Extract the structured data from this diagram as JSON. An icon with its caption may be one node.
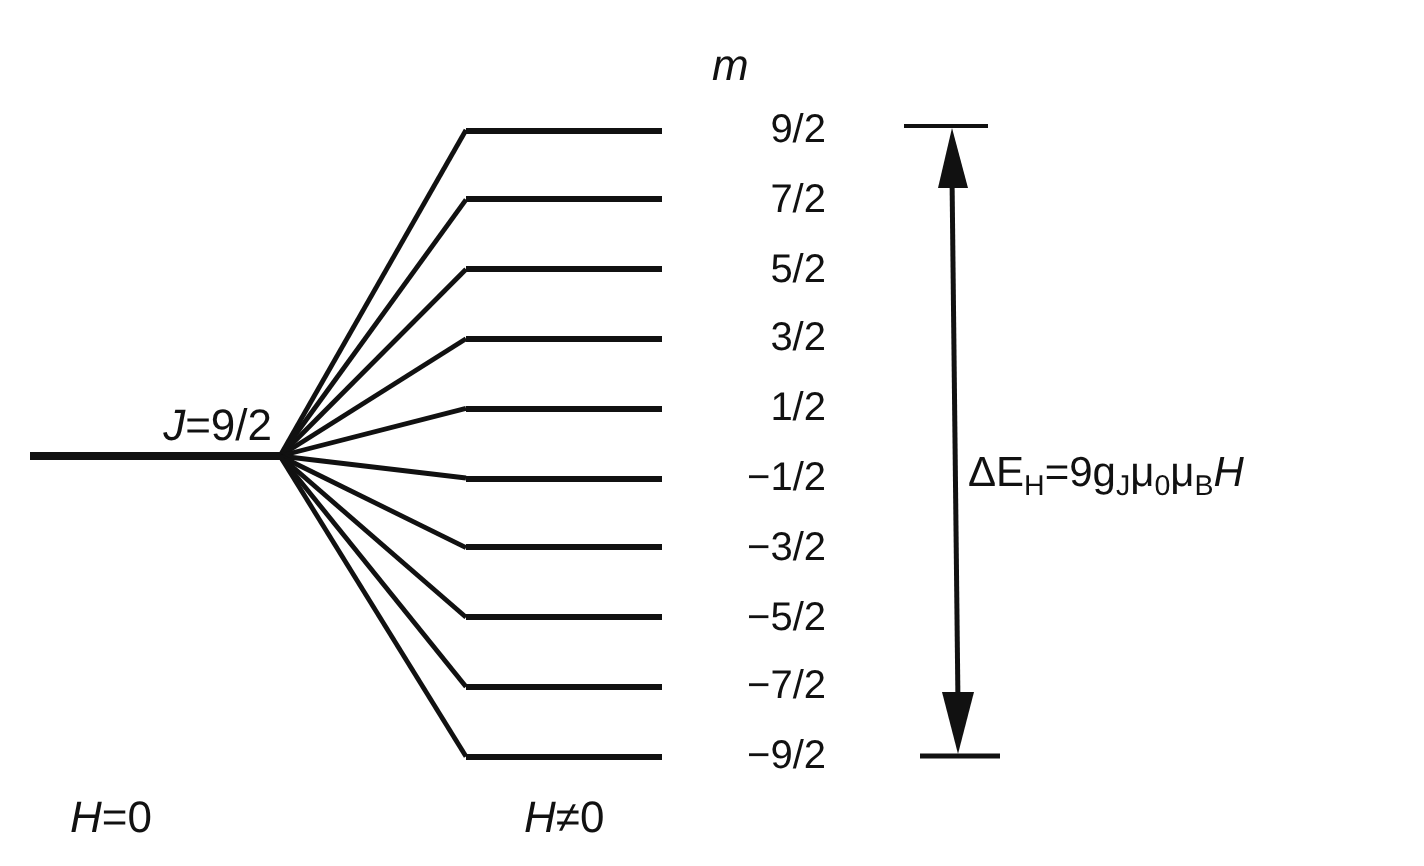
{
  "diagram": {
    "nodes": [
      {
        "text": [
          "*J*=9/2"
        ]
      },
      {
        "text": [],
        "shape": "bar",
        "beside": [
          "9/2"
        ]
      },
      {
        "text": [],
        "shape": "bar",
        "beside": [
          "7/2"
        ]
      },
      {
        "text": [],
        "shape": "bar",
        "beside": [
          "5/2"
        ]
      },
      {
        "text": [],
        "shape": "bar",
        "beside": [
          "3/2"
        ]
      },
      {
        "text": [],
        "shape": "bar",
        "beside": [
          "1/2"
        ]
      },
      {
        "text": [],
        "shape": "bar",
        "beside": [
          "−1/2"
        ]
      },
      {
        "text": [],
        "shape": "bar",
        "beside": [
          "−3/2"
        ]
      },
      {
        "text": [],
        "shape": "bar",
        "beside": [
          "−5/2"
        ]
      },
      {
        "text": [],
        "shape": "bar",
        "beside": [
          "−7/2"
        ]
      },
      {
        "text": [],
        "shape": "bar",
        "beside": [
          "−9/2"
        ]
      }
    ],
    "edges": [
      {
        "from": 0,
        "to": 1,
        "arrow": "none"
      },
      {
        "from": 0,
        "to": 2,
        "arrow": "none"
      },
      {
        "from": 0,
        "to": 3,
        "arrow": "none"
      },
      {
        "from": 0,
        "to": 4,
        "arrow": "none"
      },
      {
        "from": 0,
        "to": 5,
        "arrow": "none"
      },
      {
        "from": 0,
        "to": 6,
        "arrow": "none"
      },
      {
        "from": 0,
        "to": 7,
        "arrow": "none"
      },
      {
        "from": 0,
        "to": 8,
        "arrow": "none"
      },
      {
        "from": 0,
        "to": 9,
        "arrow": "none"
      },
      {
        "from": 0,
        "to": 10,
        "arrow": "none"
      }
    ],
    "labels": [
      "*m*",
      "ΔE$_{H}$=9g$_{J}$μ$_{0}$μ$_{B}$*H*",
      "*H*=0",
      "*H*≠0"
    ]
  }
}
